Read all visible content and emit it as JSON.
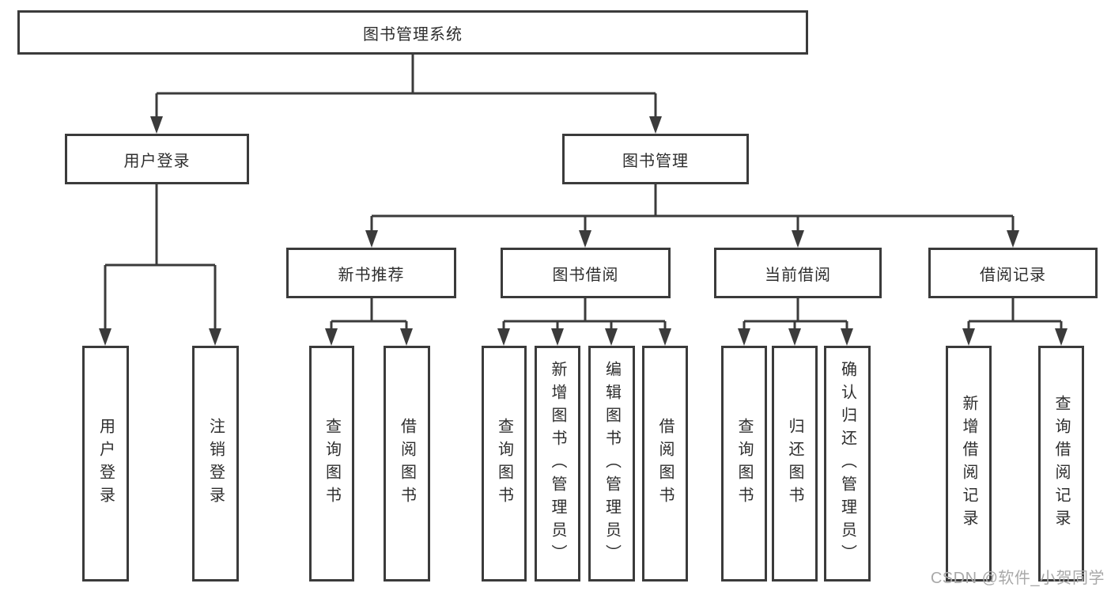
{
  "diagram": {
    "tree": {
      "label": "图书管理系统",
      "children": [
        {
          "label": "用户登录",
          "children": [
            {
              "label": "用户登录"
            },
            {
              "label": "注销登录"
            }
          ]
        },
        {
          "label": "图书管理",
          "children": [
            {
              "label": "新书推荐",
              "children": [
                {
                  "label": "查询图书"
                },
                {
                  "label": "借阅图书"
                }
              ]
            },
            {
              "label": "图书借阅",
              "children": [
                {
                  "label": "查询图书"
                },
                {
                  "label": "新增图书（管理员）"
                },
                {
                  "label": "编辑图书（管理员）"
                },
                {
                  "label": "借阅图书"
                }
              ]
            },
            {
              "label": "当前借阅",
              "children": [
                {
                  "label": "查询图书"
                },
                {
                  "label": "归还图书"
                },
                {
                  "label": "确认归还（管理员）"
                }
              ]
            },
            {
              "label": "借阅记录",
              "children": [
                {
                  "label": "新增借阅记录"
                },
                {
                  "label": "查询借阅记录"
                }
              ]
            }
          ]
        }
      ]
    },
    "watermark": "CSDN @软件_小贺同学",
    "colors": {
      "line": "#3b3b3b",
      "border": "#3b3b3b",
      "text": "#2e2e2e",
      "background": "#ffffff",
      "watermark": "#a9a9a9"
    }
  }
}
